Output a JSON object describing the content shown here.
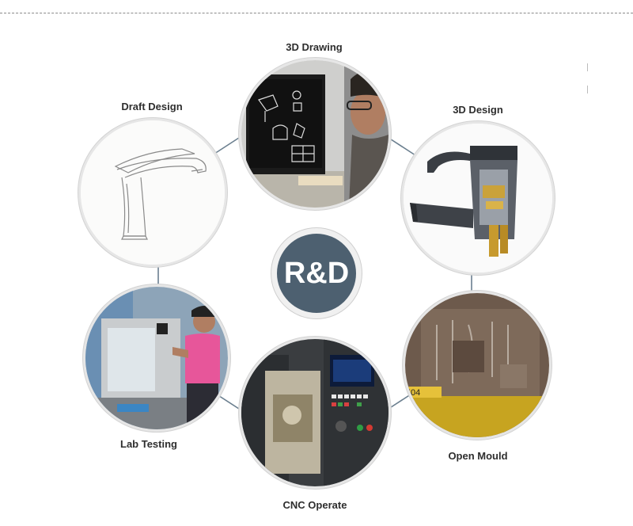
{
  "center": {
    "label": "R&D"
  },
  "stages": [
    {
      "id": "3d-drawing",
      "label": "3D Drawing"
    },
    {
      "id": "draft-design",
      "label": "Draft Design"
    },
    {
      "id": "3d-design",
      "label": "3D Design"
    },
    {
      "id": "lab-testing",
      "label": "Lab Testing"
    },
    {
      "id": "open-mould",
      "label": "Open Mould"
    },
    {
      "id": "cnc-operate",
      "label": "CNC Operate"
    }
  ],
  "colors": {
    "center": "#4d6070",
    "connector": "#6b7f8f",
    "ring": "#e6e6e6"
  }
}
